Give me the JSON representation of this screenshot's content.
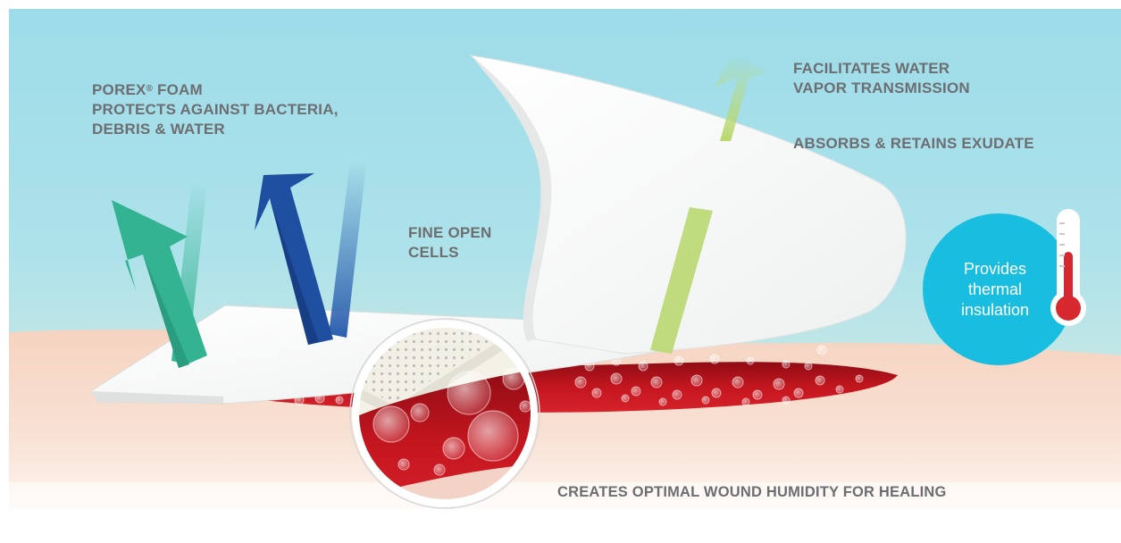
{
  "labels": {
    "foam_brand": "POREX",
    "foam_reg": "®",
    "foam_suffix": " FOAM",
    "foam_line2": "PROTECTS AGAINST BACTERIA,",
    "foam_line3": "DEBRIS & WATER",
    "cells_line1": "FINE OPEN",
    "cells_line2": "CELLS",
    "vapor_line1": "FACILITATES WATER",
    "vapor_line2": "VAPOR TRANSMISSION",
    "exudate": "ABSORBS & RETAINS EXUDATE",
    "humidity": "CREATES OPTIMAL WOUND HUMIDITY FOR HEALING",
    "thermal_line1": "Provides",
    "thermal_line2": "thermal",
    "thermal_line3": "insulation"
  },
  "colors": {
    "sky": "#9edde9",
    "skin": "#f7dccc",
    "wound": "#b3121d",
    "foam": "#ffffff",
    "text": "#6d6e71",
    "arrow_green": "#35b596",
    "arrow_blue": "#1f4fa1",
    "arrow_lime": "#b9d870",
    "thermal_circle": "#19bde0",
    "thermometer_red": "#d7282f"
  },
  "icons": {
    "thermometer": "thermometer-icon",
    "magnifier": "magnifier-icon"
  }
}
